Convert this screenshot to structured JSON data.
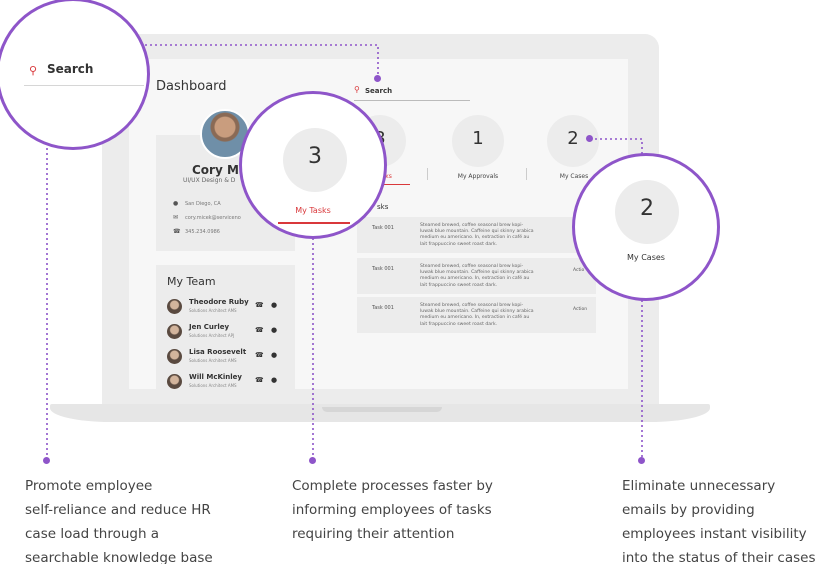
{
  "dashboard": {
    "title": "Dashboard"
  },
  "search": {
    "label": "Search"
  },
  "profile": {
    "name": "Cory Mic",
    "role": "UI/UX Design & D",
    "location": "San Diego, CA",
    "email": "cory.micek@serviceno",
    "phone": "345.234.0986"
  },
  "team": {
    "title": "My Team",
    "members": [
      {
        "name": "Theodore Ruby",
        "role": "Solutions Architect AMS"
      },
      {
        "name": "Jen Curley",
        "role": "Solutions Architect APJ"
      },
      {
        "name": "Lisa Roosevelt",
        "role": "Solutions Architect AMS"
      },
      {
        "name": "Will McKinley",
        "role": "Solutions Architect AMS"
      }
    ]
  },
  "stats": [
    {
      "value": "3",
      "label": "sks"
    },
    {
      "value": "1",
      "label": "My Approvals"
    },
    {
      "value": "2",
      "label": "My Cases"
    }
  ],
  "tasks": {
    "heading": "sks",
    "rows": [
      {
        "id": "Task 001",
        "desc": "Steamed brewed, coffee seasonal brew kopi-luwak blue mountain. Caffeine qui skinny arabica medium eu americano. In, extraction in café au lait frappuccino sweet roast dark.",
        "action": ""
      },
      {
        "id": "Task 001",
        "desc": "Steamed brewed, coffee seasonal brew kopi-luwak blue mountain. Caffeine qui skinny arabica medium eu americano. In, extraction in café au lait frappuccino sweet roast dark.",
        "action": "Actio"
      },
      {
        "id": "Task 001",
        "desc": "Steamed brewed, coffee seasonal brew kopi-luwak blue mountain. Caffeine qui skinny arabica medium eu americano. In, extraction in café au lait frappuccino sweet roast dark.",
        "action": "Action"
      }
    ]
  },
  "callouts": {
    "search": {
      "label": "Search"
    },
    "tasks": {
      "value": "3",
      "label": "My Tasks"
    },
    "cases": {
      "value": "2",
      "label": "My Cases"
    }
  },
  "captions": [
    {
      "lines": [
        "Promote employee",
        "self-reliance and reduce HR",
        "case load through a",
        "searchable knowledge base"
      ]
    },
    {
      "lines": [
        "Complete processes faster by",
        "informing employees of tasks",
        "requiring their attention"
      ]
    },
    {
      "lines": [
        "Eliminate unnecessary",
        "emails by providing",
        "employees instant visibility",
        "into the status of their cases"
      ]
    }
  ],
  "colors": {
    "accent": "#8e55c9",
    "brand_red": "#d9383b"
  },
  "icons": {
    "search": "search-icon",
    "location": "location-pin-icon",
    "email": "mail-icon",
    "phone": "phone-icon",
    "chat": "chat-icon"
  }
}
